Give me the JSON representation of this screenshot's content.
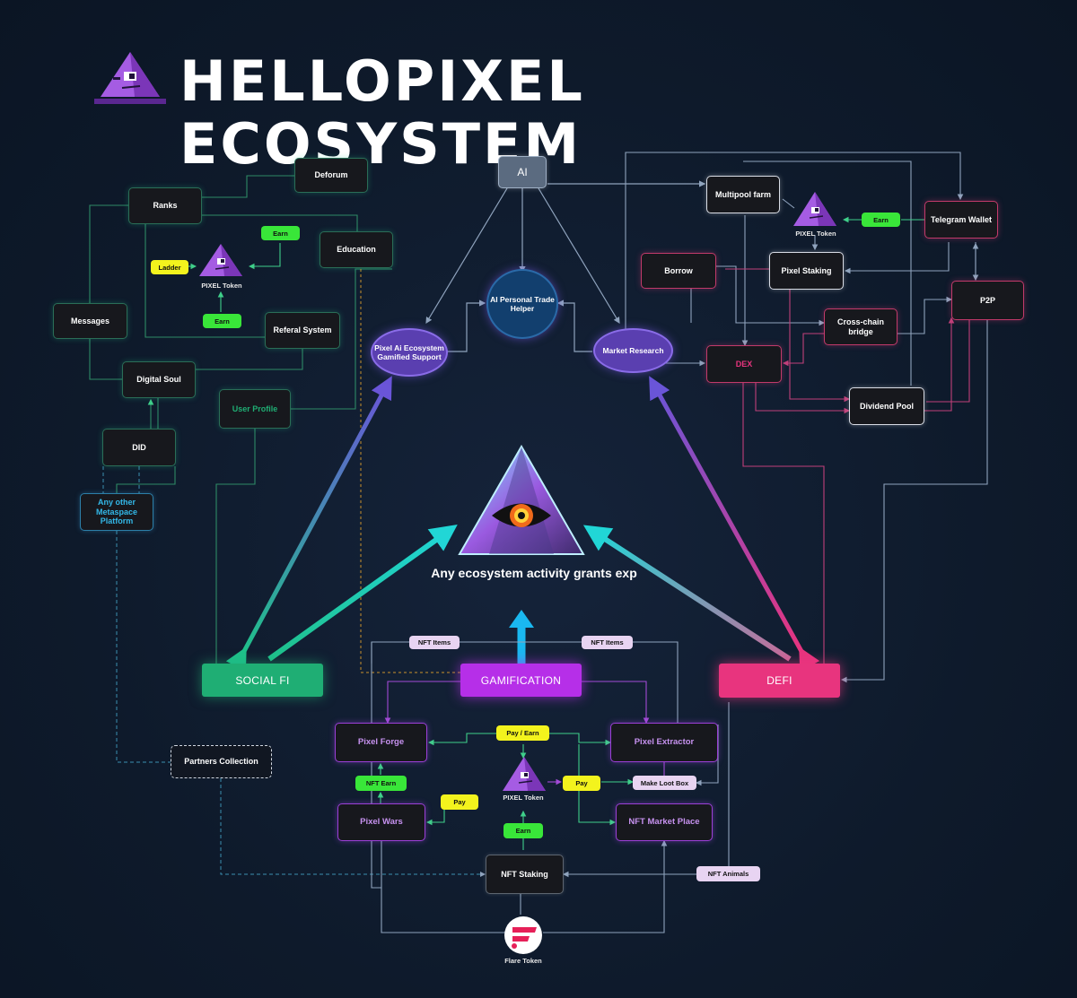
{
  "title": "HELLOPIXEL ECOSYSTEM",
  "center_text": "Any ecosystem activity grants exp",
  "top": {
    "ai": "AI",
    "ai_helper": "AI Personal Trade Helper",
    "pixel_ai": "Pixel Ai Ecosystem Gamified Support",
    "market_research": "Market Research"
  },
  "social": {
    "deforum": "Deforum",
    "ranks": "Ranks",
    "earn_top": "Earn",
    "education": "Education",
    "ladder": "Ladder",
    "pixel_token": "PIXEL Token",
    "messages": "Messages",
    "earn_bottom": "Earn",
    "referral": "Referal System",
    "digital_soul": "Digital Soul",
    "user_profile": "User Profile",
    "did": "DID",
    "metaspace": "Any other Metaspace Platform",
    "partners": "Partners Collection"
  },
  "defi": {
    "multipool": "Multipool farm",
    "pixel_token": "PIXEL Token",
    "earn": "Earn",
    "telegram": "Telegram Wallet",
    "borrow": "Borrow",
    "pixel_staking": "Pixel Staking",
    "p2p": "P2P",
    "cross_chain": "Cross-chain bridge",
    "dex": "DEX",
    "dividend": "Dividend Pool"
  },
  "main": {
    "social_fi": "SOCIAL FI",
    "gamification": "GAMIFICATION",
    "defi": "DEFI"
  },
  "game": {
    "nft_items_left": "NFT Items",
    "nft_items_right": "NFT Items",
    "pixel_forge": "Pixel Forge",
    "pay_earn": "Pay / Earn",
    "pixel_extractor": "Pixel Extractor",
    "nft_earn": "NFT Earn",
    "pixel_token": "PIXEL Token",
    "pay_right": "Pay",
    "make_loot_box": "Make Loot Box",
    "pay_left": "Pay",
    "pixel_wars": "Pixel Wars",
    "earn": "Earn",
    "nft_market": "NFT Market Place",
    "nft_staking": "NFT Staking",
    "nft_animals": "NFT Animals",
    "flare_token": "Flare Token"
  },
  "icons": [
    "pixel-triangle-icon",
    "all-seeing-eye-icon",
    "flare-logo-icon"
  ],
  "colors": {
    "background": "#0e1a2b",
    "social_green": "#1fae74",
    "gamification_purple": "#b62fe8",
    "defi_pink": "#e8347e",
    "cyan_arrow": "#21d6d6",
    "violet_ellipse": "#5a3fb0"
  }
}
